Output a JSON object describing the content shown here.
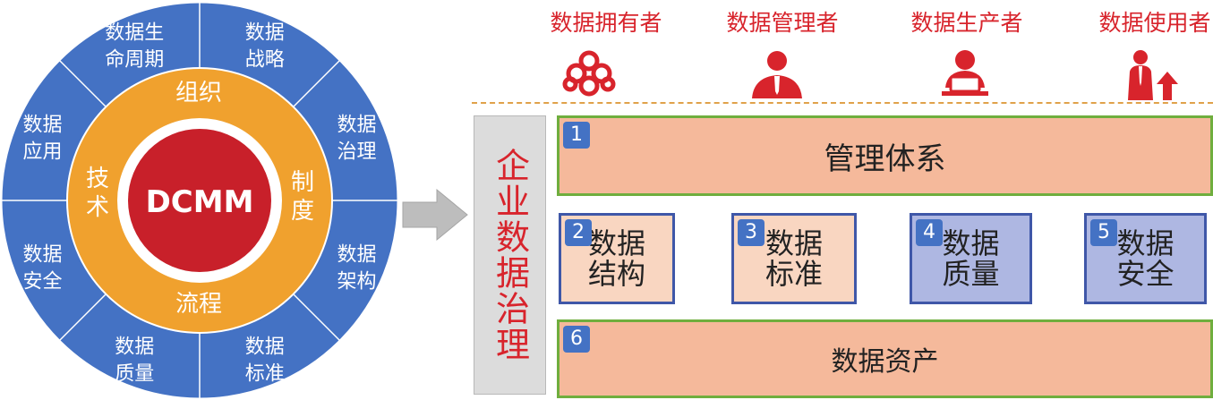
{
  "wheel": {
    "center": "DCMM",
    "inner_labels": [
      "组织",
      "制度",
      "流程",
      "技术"
    ],
    "outer_labels": [
      [
        "数据",
        "战略"
      ],
      [
        "数据",
        "治理"
      ],
      [
        "数据",
        "架构"
      ],
      [
        "数据",
        "标准"
      ],
      [
        "数据",
        "质量"
      ],
      [
        "数据",
        "安全"
      ],
      [
        "数据",
        "应用"
      ],
      [
        "数据生",
        "命周期"
      ]
    ],
    "colors": {
      "outer": "#4472c4",
      "ring": "#f0a12e",
      "core": "#c8202a"
    }
  },
  "roles": [
    {
      "label": "数据拥有者",
      "icon": "knot-icon"
    },
    {
      "label": "数据管理者",
      "icon": "manager-icon"
    },
    {
      "label": "数据生产者",
      "icon": "producer-icon"
    },
    {
      "label": "数据使用者",
      "icon": "user-growth-icon"
    }
  ],
  "side_title": "企业数据治理",
  "boxes": {
    "b1": {
      "num": "1",
      "label": "管理体系"
    },
    "b2": {
      "num": "2",
      "label": "数据结构"
    },
    "b3": {
      "num": "3",
      "label": "数据标准"
    },
    "b4": {
      "num": "4",
      "label": "数据质量"
    },
    "b5": {
      "num": "5",
      "label": "数据安全"
    },
    "b6": {
      "num": "6",
      "label": "数据资产"
    }
  }
}
